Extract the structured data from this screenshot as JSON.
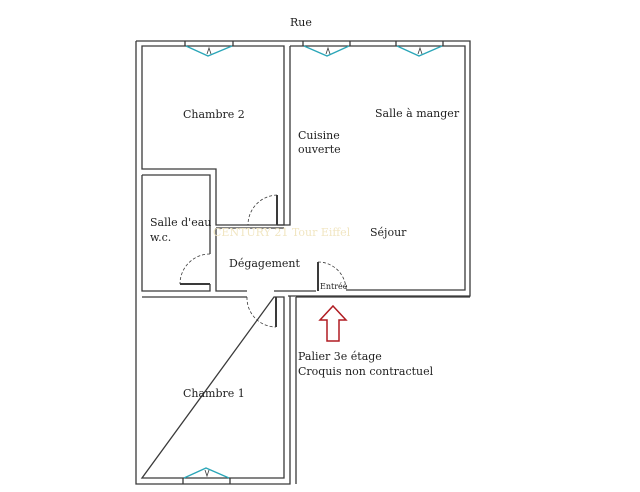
{
  "plan": {
    "street_label": "Rue",
    "watermark": "CENTURY 21 Tour Eiffel",
    "rooms": {
      "chambre2": "Chambre 2",
      "cuisine_line1": "Cuisine",
      "cuisine_line2": "ouverte",
      "salle_a_manger": "Salle à manger",
      "salle_eau_line1": "Salle d'eau",
      "salle_eau_line2": "w.c.",
      "sejour": "Séjour",
      "degagement": "Dégagement",
      "entree": "Entrée",
      "chambre1": "Chambre 1"
    },
    "notes": {
      "line1": "Palier 3e étage",
      "line2": "Croquis non contractuel"
    },
    "colors": {
      "wall": "#3a3a3a",
      "window": "#2aa6b8",
      "arrow": "#b01c22",
      "watermark": "#f1e6c2"
    }
  }
}
